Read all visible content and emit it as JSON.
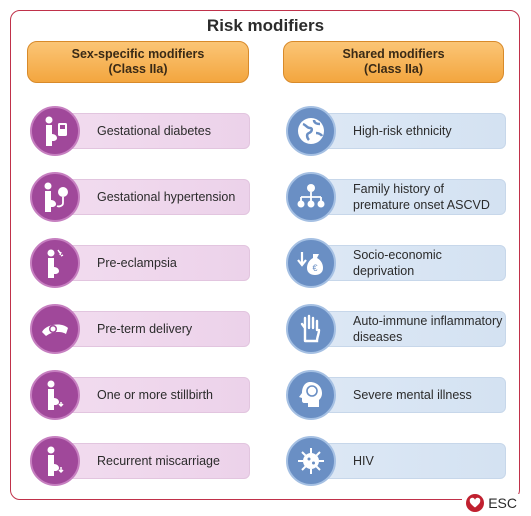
{
  "title": "Risk modifiers",
  "left": {
    "header_line1": "Sex-specific modifiers",
    "header_line2": "(Class IIa)",
    "items": [
      {
        "label": "Gestational diabetes",
        "icon": "pregnant-glucose-meter-icon"
      },
      {
        "label": "Gestational hypertension",
        "icon": "pregnant-blood-pressure-icon"
      },
      {
        "label": "Pre-eclampsia",
        "icon": "pregnant-headache-icon"
      },
      {
        "label": "Pre-term delivery",
        "icon": "newborn-icon"
      },
      {
        "label": "One or more stillbirth",
        "icon": "pregnant-stillbirth-icon"
      },
      {
        "label": "Recurrent miscarriage",
        "icon": "pregnant-miscarriage-icon"
      }
    ]
  },
  "right": {
    "header_line1": "Shared modifiers",
    "header_line2": "(Class IIa)",
    "items": [
      {
        "label": "High-risk ethnicity",
        "icon": "globe-icon"
      },
      {
        "label_line1": "Family history of",
        "label_line2": "premature onset ASCVD",
        "icon": "family-tree-icon"
      },
      {
        "label": "Socio-economic deprivation",
        "icon": "money-decline-icon"
      },
      {
        "label_line1": "Auto-immune inflammatory",
        "label_line2": "diseases",
        "icon": "hand-joints-icon"
      },
      {
        "label": "Severe mental illness",
        "icon": "head-brain-icon"
      },
      {
        "label": "HIV",
        "icon": "virus-icon"
      }
    ]
  },
  "footer": {
    "logo_text": "ESC"
  },
  "colors": {
    "frame": "#c0314a",
    "header": "#f3a63f",
    "sex_circle": "#a0489a",
    "shared_circle": "#6a8fc4"
  }
}
